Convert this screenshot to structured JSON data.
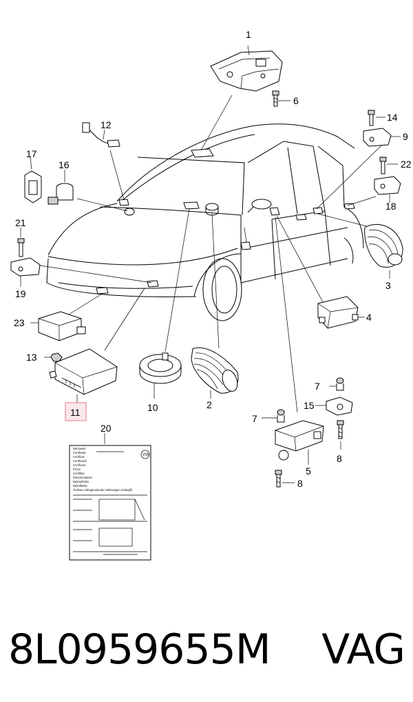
{
  "diagram": {
    "callouts": {
      "c1": "1",
      "c2": "2",
      "c3": "3",
      "c4": "4",
      "c5": "5",
      "c6": "6",
      "c7a": "7",
      "c7b": "7",
      "c8a": "8",
      "c8b": "8",
      "c9": "9",
      "c10": "10",
      "c11": "11",
      "c12": "12",
      "c13": "13",
      "c14": "14",
      "c15": "15",
      "c16": "16",
      "c17": "17",
      "c18": "18",
      "c19": "19",
      "c20": "20",
      "c21": "21",
      "c22": "22",
      "c23": "23"
    },
    "highlight_color": "#e87a8a",
    "certificate_lines": [
      "Nachweis",
      "Certificate",
      "Certificat",
      "Certificado",
      "Certificato",
      "Prova",
      "Certifikat",
      "Dokumentation",
      "Bekraeftelse",
      "Bekräftelse",
      "Todistus airbagmoduulin Volkswagen Airbaglift"
    ]
  },
  "caption": {
    "part_number": "8L0959655M",
    "brand": "VAG"
  }
}
